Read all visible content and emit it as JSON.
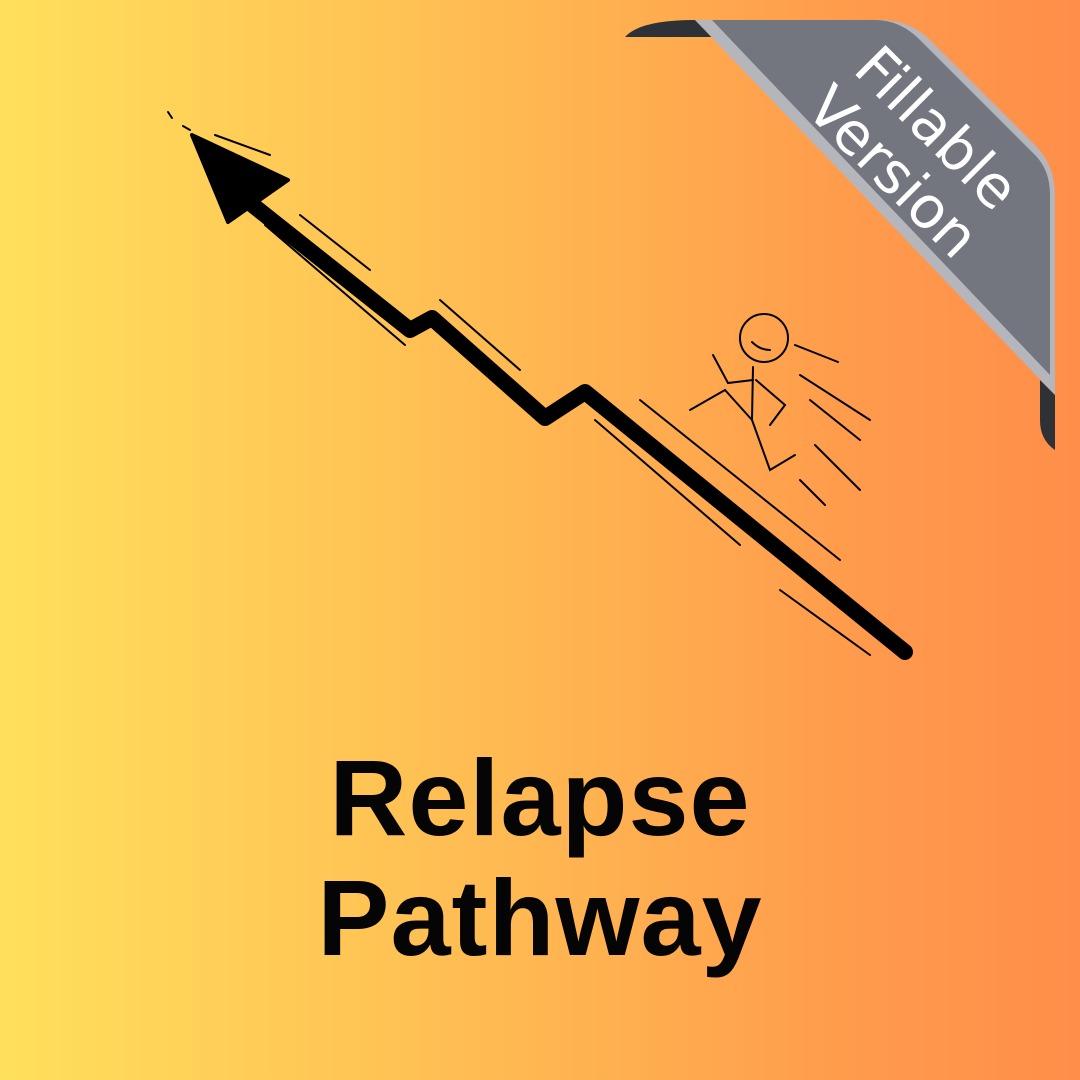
{
  "ribbon": {
    "line1": "Fillable",
    "line2": "Version",
    "color": "#73767E"
  },
  "title": {
    "line1": "Relapse",
    "line2": "Pathway"
  },
  "icons": [
    "upward-zigzag-arrow-icon",
    "running-stick-figure-icon"
  ]
}
